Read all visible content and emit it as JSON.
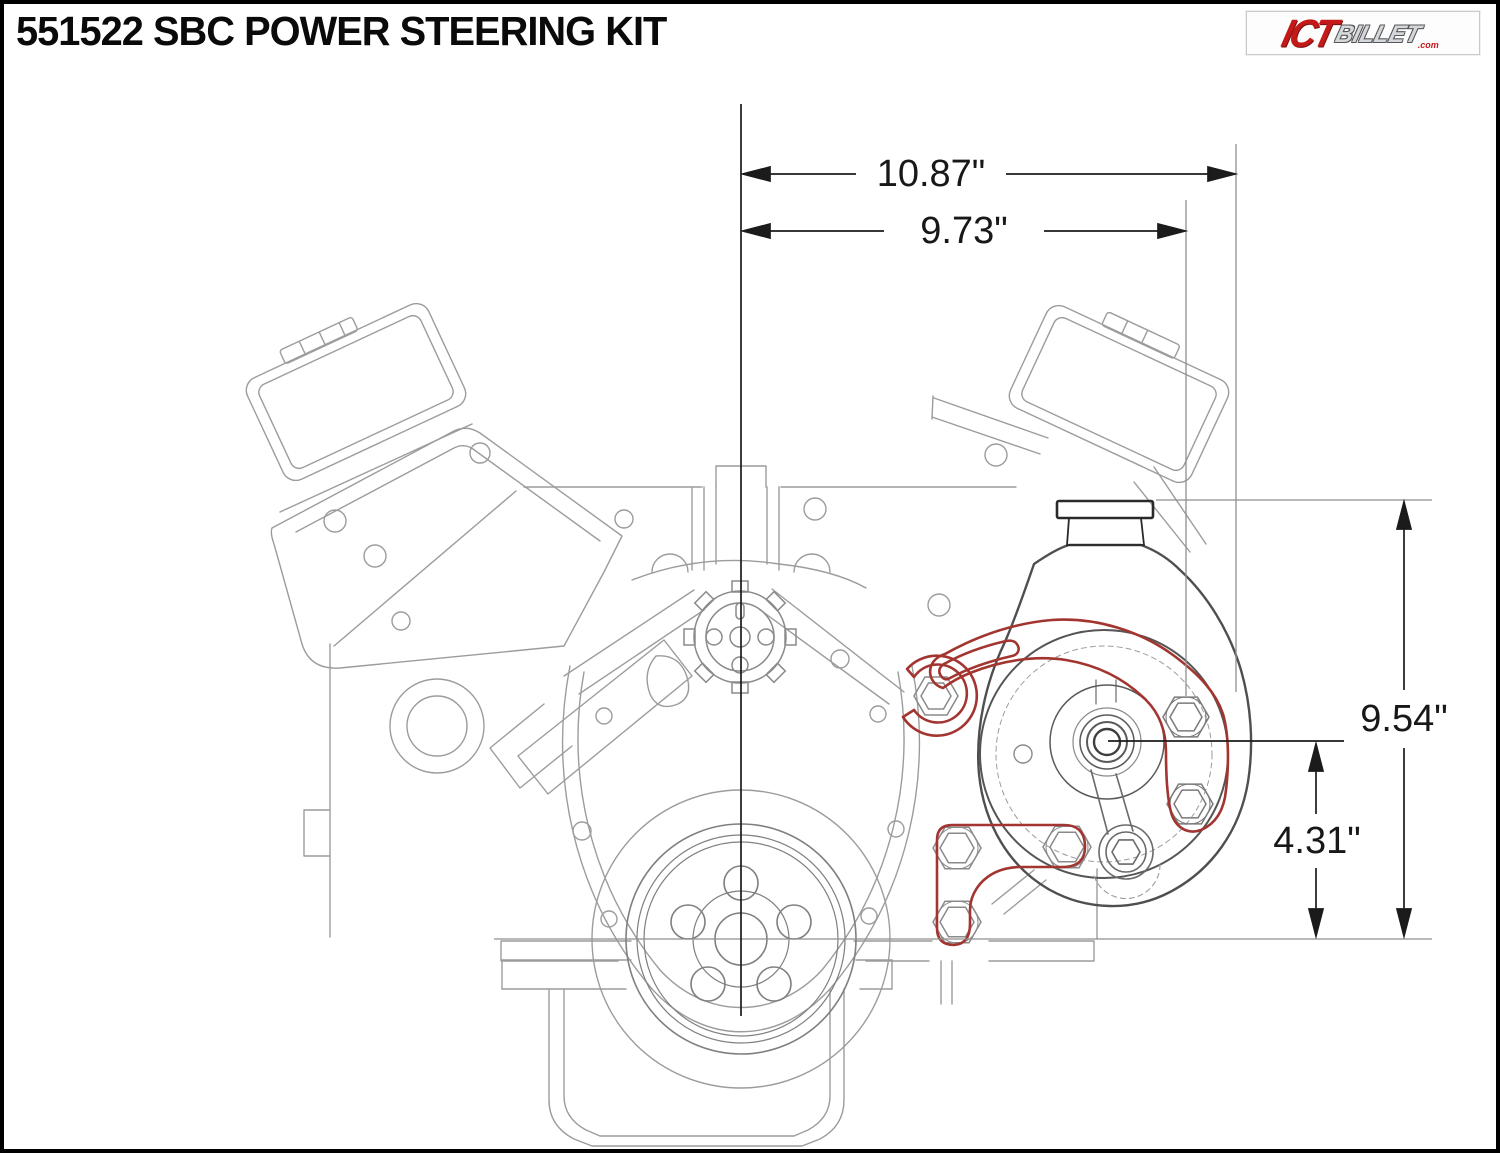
{
  "header": {
    "title": "551522 SBC POWER STEERING KIT"
  },
  "logo": {
    "primary": "ICT",
    "secondary": "BILLET",
    "suffix": ".com"
  },
  "dimensions": {
    "width_outer": "10.87\"",
    "width_inner": "9.73\"",
    "height_outer": "9.54\"",
    "height_inner": "4.31\""
  },
  "colors": {
    "highlight_bracket": "#a23530",
    "logo_red": "#c41919",
    "dimension_line": "#1b1b1b",
    "drawing_line_light": "#9c9c9c",
    "drawing_line_dark": "#4f4f4f",
    "frame_border": "#000000"
  }
}
